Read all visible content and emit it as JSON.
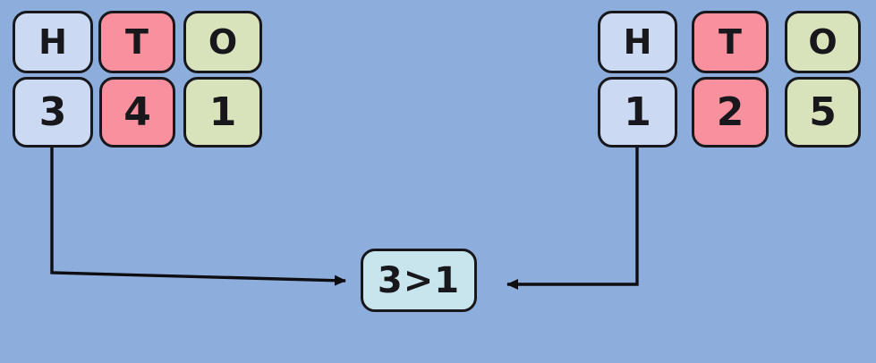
{
  "diagram": {
    "left_number": {
      "headers": [
        "H",
        "T",
        "O"
      ],
      "digits": [
        "3",
        "4",
        "1"
      ]
    },
    "right_number": {
      "headers": [
        "H",
        "T",
        "O"
      ],
      "digits": [
        "1",
        "2",
        "5"
      ]
    },
    "comparison": {
      "text": "3>1"
    },
    "colors": {
      "background": "#8DAEDD",
      "hundreds_box": "#CBD9F2",
      "tens_box": "#F9909E",
      "ones_box": "#D9E3BB",
      "comparison_box": "#C8E4EC",
      "outline": "#17171C",
      "arrow": "#0D0D12"
    }
  }
}
